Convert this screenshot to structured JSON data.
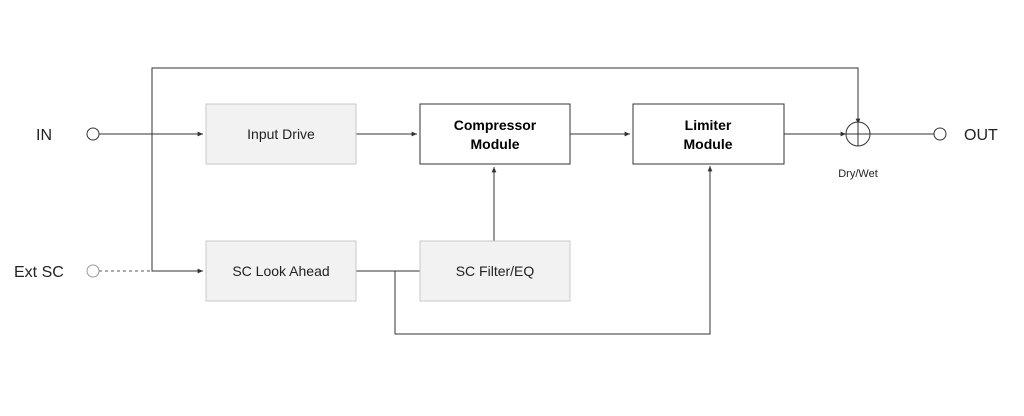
{
  "ports": {
    "in": "IN",
    "out": "OUT",
    "ext_sc": "Ext SC"
  },
  "blocks": {
    "input_drive": [
      "Input Drive"
    ],
    "compressor": [
      "Compressor",
      "Module"
    ],
    "limiter": [
      "Limiter",
      "Module"
    ],
    "sc_look_ahead": [
      "SC Look Ahead"
    ],
    "sc_filter": [
      "SC Filter/EQ"
    ]
  },
  "mixer": {
    "label": "Dry/Wet"
  },
  "colors": {
    "shaded_fill": "#f2f2f2",
    "shaded_stroke": "#c8c8c8",
    "plain_fill": "#ffffff",
    "plain_stroke": "#333333",
    "wire": "#333333"
  }
}
